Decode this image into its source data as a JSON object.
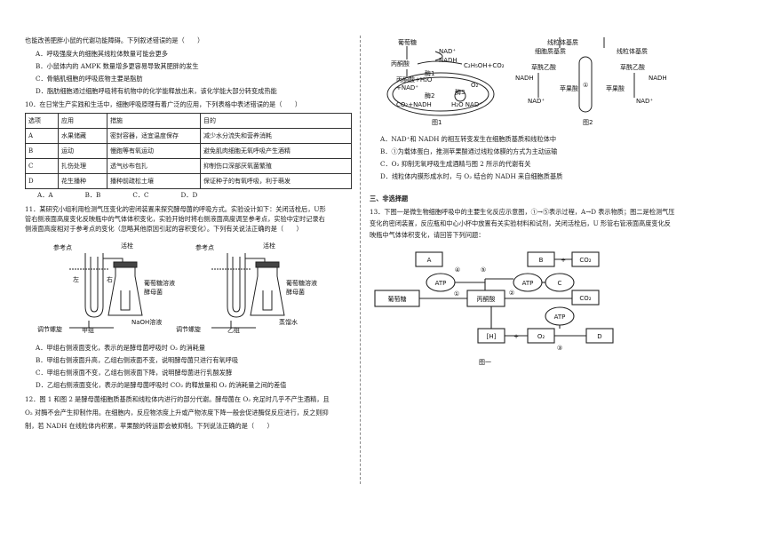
{
  "left": {
    "q9_tail": "也能改善肥胖小鼠的代谢功能障碍。下列叙述错误的是（　　）",
    "q9_options": [
      "A．呼吸强度大的细胞其线粒体数量可能会更多",
      "B．小鼠体内的 AMPK 数量增多更容易导致其肥胖的发生",
      "C．骨骼肌细胞的呼吸底物主要是脂肪",
      "D．脂肪细胞通过细胞呼吸将有机物中的化学能释放出来，该化学能大部分转变成热能"
    ],
    "q10_stem": "10．在日常生产实践和生活中，细胞呼吸原理有着广泛的应用，下列表格中表述错误的是（　　）",
    "q10_table": {
      "headers": [
        "选项",
        "应用",
        "措施",
        "目的"
      ],
      "rows": [
        [
          "A",
          "水果储藏",
          "密封容器，适宜温度保存",
          "减少水分流失和营养消耗"
        ],
        [
          "B",
          "运动",
          "慢跑等有氧运动",
          "避免肌肉细胞无氧呼吸产生酒精"
        ],
        [
          "C",
          "扎伤处理",
          "透气纱布包扎",
          "抑制伤口深部厌氧菌繁殖"
        ],
        [
          "D",
          "花生播种",
          "播种前疏松土壤",
          "保证种子的有氧呼吸，利于萌发"
        ]
      ]
    },
    "q10_answers": [
      "A．A",
      "B．B",
      "C．C",
      "D．D"
    ],
    "q11_stem": [
      "11．某研究小组利用检测气压变化的密闭装置来探究酵母菌的呼吸方式。实验设计如下：关闭活栓后，U形",
      "管右侧液面高度变化反映瓶中的气体体积变化，实验开始时将右侧液面高度调至参考点，实验中定时记录右",
      "侧液面高度相对于参考点的变化（忽略其他原因引起的容积变化）。下列有关说法正确的是（　　）"
    ],
    "q11_figure": {
      "ref_label": "参考点",
      "stopcock_label": "活栓",
      "left_label": "左",
      "right_label": "右",
      "glucose_label": "葡萄糖溶液",
      "yeast_label": "酵母菌",
      "naoh_label": "NaOH溶液",
      "water_label": "蒸馏水",
      "knob_label": "调节螺旋",
      "group_a": "甲组",
      "group_b": "乙组"
    },
    "q11_options": [
      "A．甲组右侧液面变化，表示的是酵母菌呼吸时 O₂ 的消耗量",
      "B．甲组右侧液面升高，乙组右侧液面不变，说明酵母菌只进行有氧呼吸",
      "C．甲组右侧液面不变，乙组右侧液面下降，说明酵母菌进行乳酸发酵",
      "D．乙组右侧液面变化，表示的是酵母菌呼吸时 CO₂ 的释放量和 O₂ 的消耗量之间的差值"
    ],
    "q12_stem": [
      "12．图 1 和图 2 是酵母菌细胞质基质和线粒体内进行的部分代谢。酵母菌在 O₂ 充足时几乎不产生酒精，且",
      "O₂ 对酶不会产生抑制作用。在细胞内，反应物浓度上升或产物浓度下降一般会促进酶促反应进行，反之则抑",
      "制，若 NADH 在线粒体内积累，苹果酸的转运即会被抑制。下列说法正确的是（　　）"
    ]
  },
  "right": {
    "fig1": {
      "glucose": "葡萄糖",
      "pyruvate": "丙酮酸",
      "nad": "NAD⁺",
      "nadh": "NADH",
      "ethanol": "C₂H₅OH+CO₂",
      "mito_line1": "丙酮酸+H₂O",
      "mito_line2": "+NAD⁺",
      "mito_line3": "CO₂+NADH",
      "enzyme1": "酶1",
      "enzyme2": "酶2",
      "enzyme3": "酶3",
      "o2": "O₂",
      "water_nad": "H₂O NAD⁺",
      "caption": "图1"
    },
    "fig2": {
      "matrix": "线粒体基质",
      "cytosol": "细胞质基质",
      "oaa_left": "草酰乙酸",
      "oaa_right": "草酰乙酸",
      "nadh_left": "NADH",
      "nadh_right": "NADH",
      "nad_left": "NAD⁺",
      "nad_right": "NAD⁺",
      "malate_left": "苹果酸",
      "malate_right": "苹果酸",
      "transporter": "①",
      "caption": "图2"
    },
    "q12_options": [
      "A．NAD⁺和 NADH 的相互转变发生在细胞质基质和线粒体中",
      "B．①为载体蛋白，推测苹果酸通过线粒体膜的方式为主动运输",
      "C．O₂ 抑制无氧呼吸生成酒精与图 2 所示的代谢有关",
      "D．线粒体内膜形成水时，与 O₂ 结合的 NADH 来自细胞质基质"
    ],
    "section3": "三、非选择题",
    "q13_stem": [
      "13．下图一是微生物细胞呼吸中的主要生化反应示意图，①→⑤表示过程，A→D 表示物质；图二是检测气压",
      "变化的密闭装置，反应瓶和中心小杯中放置有关实验材料和试剂，关闭活栓后，U 形管右管液面高度变化反",
      "映瓶中气体体积变化，请回答下列问题："
    ],
    "fig3": {
      "A": "A",
      "B": "B",
      "C": "C",
      "D": "D",
      "ATP": "ATP",
      "CO2": "CO₂",
      "O2": "O₂",
      "H": "[H]",
      "glucose": "葡萄糖",
      "pyruvate": "丙酮酸",
      "p1": "①",
      "p2": "②",
      "p3": "③",
      "p4": "④",
      "p5": "⑤",
      "plus": "+",
      "caption": "图一"
    }
  }
}
